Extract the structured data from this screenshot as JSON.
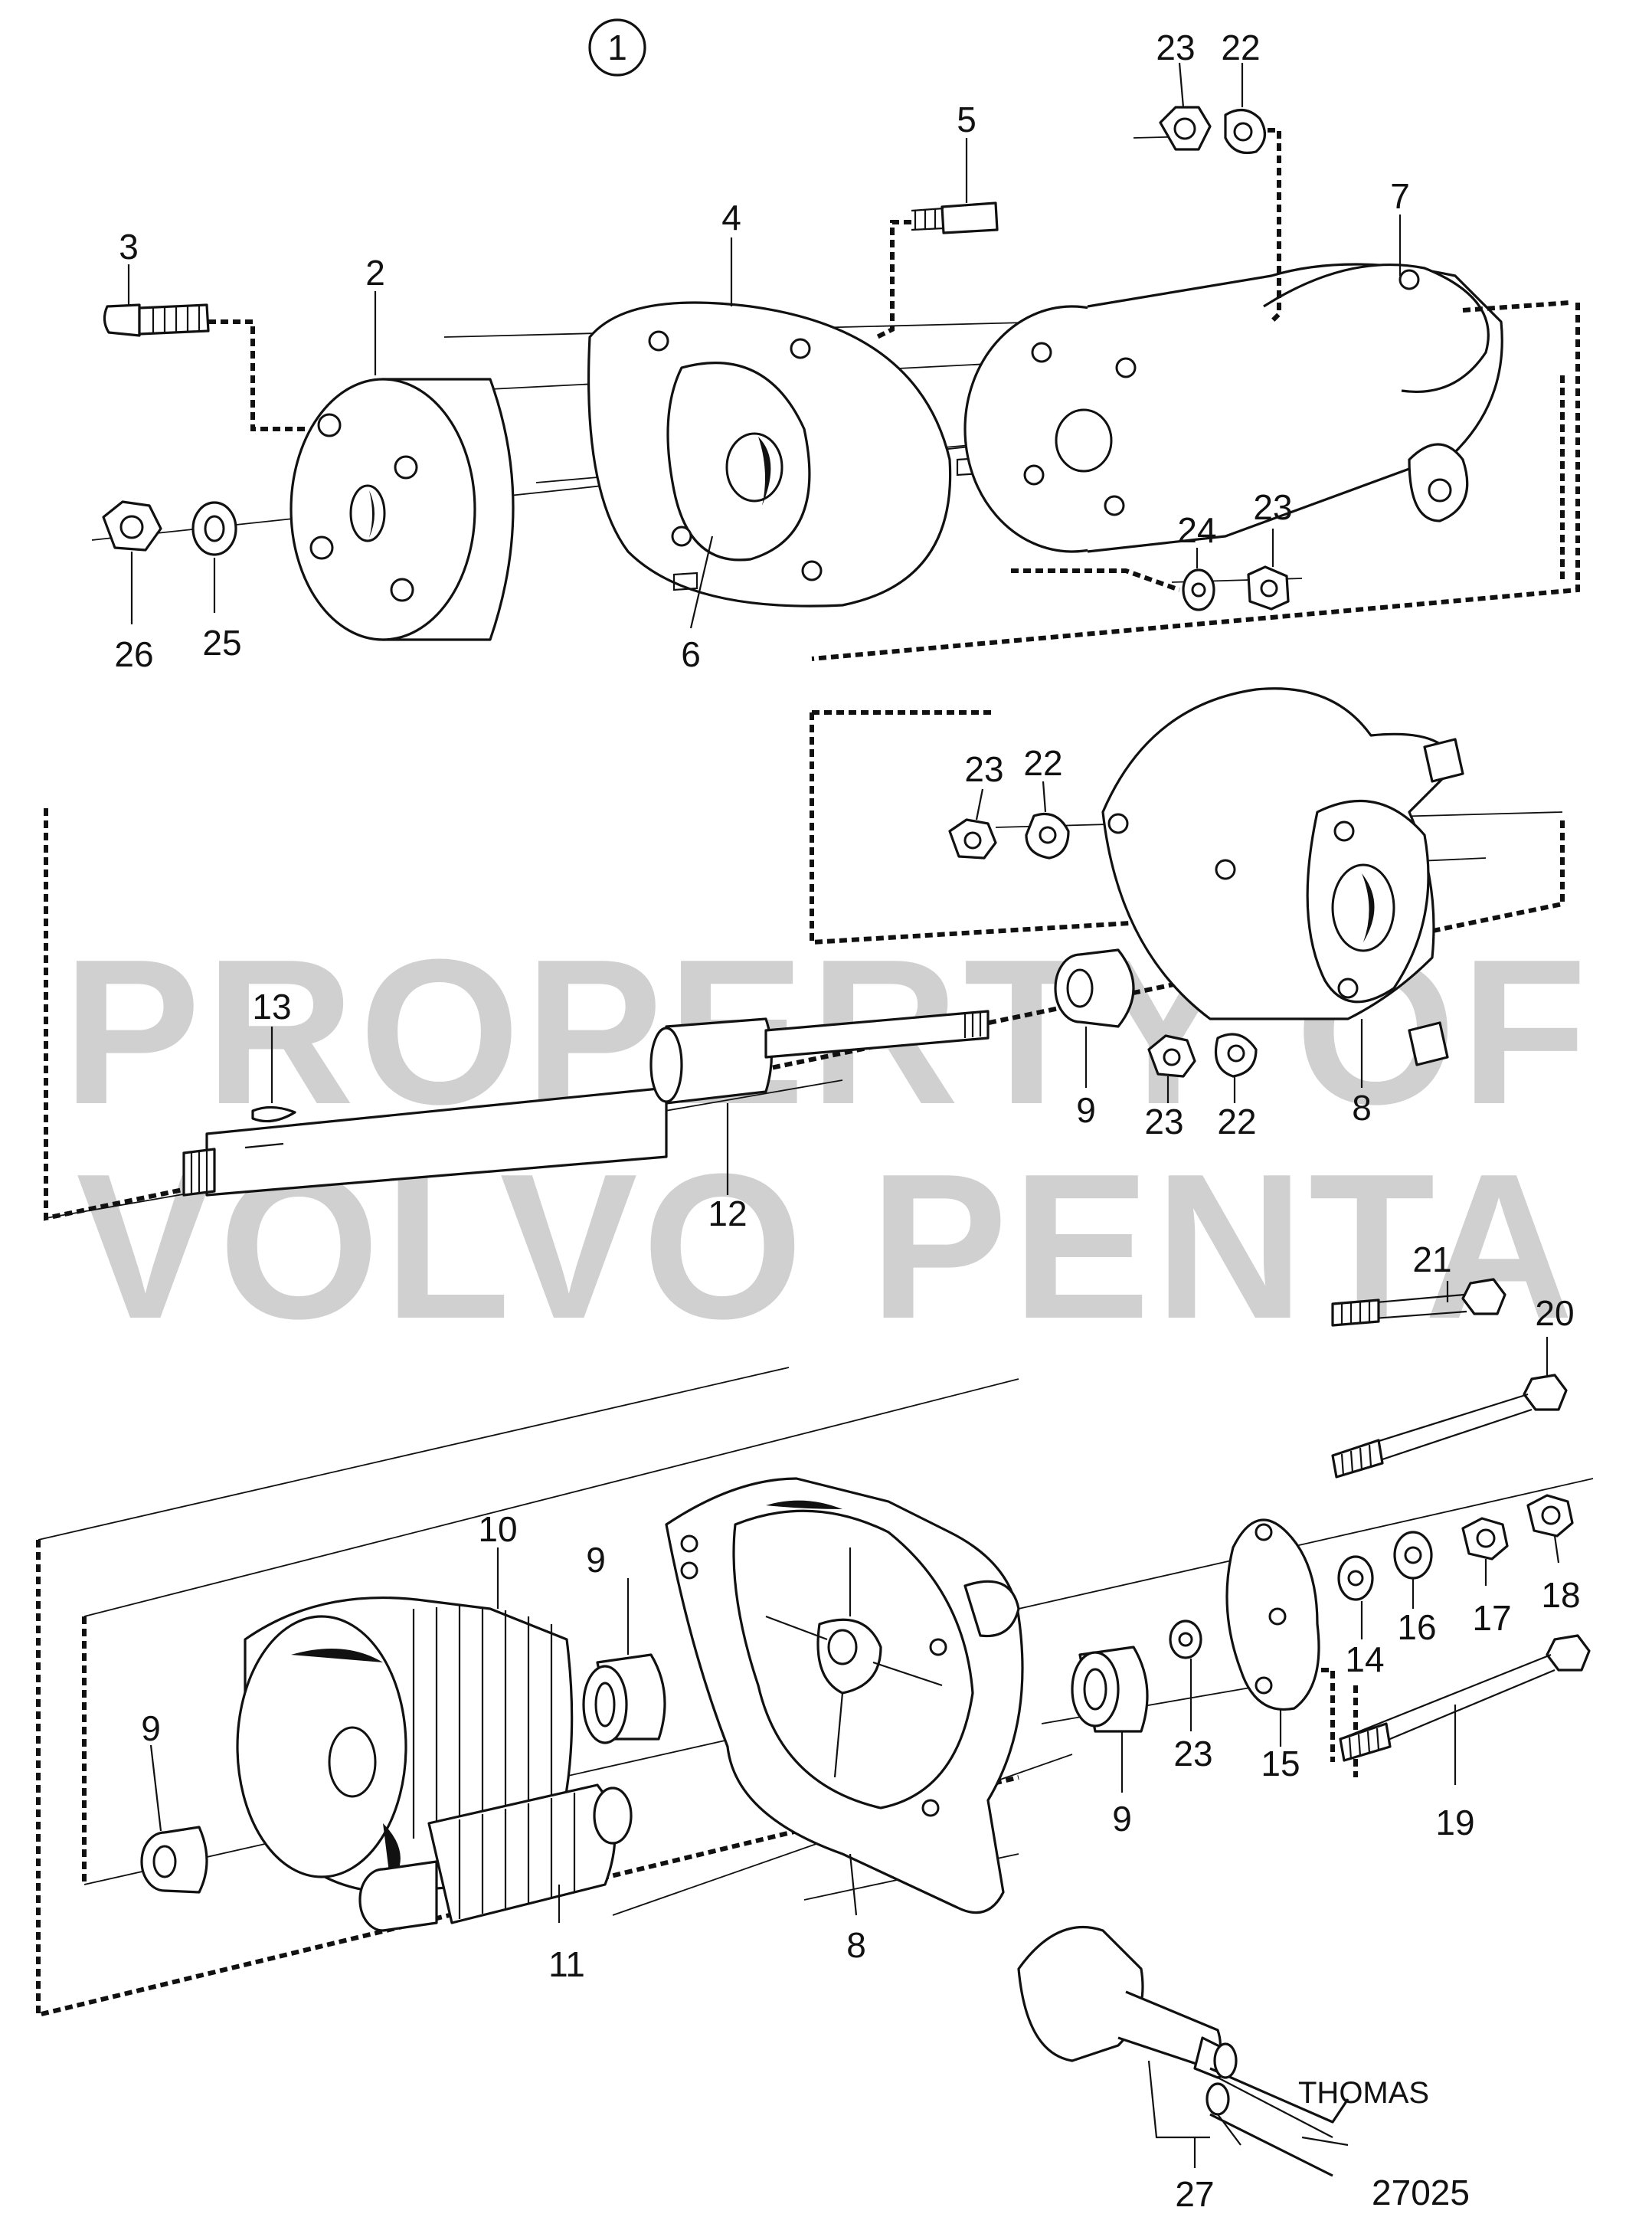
{
  "diagram": {
    "view_number": "1",
    "drawing_number": "27025",
    "artist_signature": "THOMAS",
    "watermark": [
      "PROPERTY OF",
      "VOLVO PENTA"
    ],
    "callouts": [
      "1",
      "2",
      "3",
      "4",
      "5",
      "6",
      "7",
      "8",
      "9",
      "10",
      "11",
      "12",
      "13",
      "14",
      "15",
      "16",
      "17",
      "18",
      "19",
      "20",
      "21",
      "22",
      "23",
      "24",
      "25",
      "26",
      "27"
    ],
    "callout_occurrences": {
      "c2": "2",
      "c3": "3",
      "c4": "4",
      "c5": "5",
      "c6": "6",
      "c7": "7",
      "c23a": "23",
      "c22a": "22",
      "c24": "24",
      "c23b": "23",
      "c25": "25",
      "c26": "26",
      "c23c": "23",
      "c22c": "22",
      "c13": "13",
      "c12": "12",
      "c9a": "9",
      "c23d": "23",
      "c22d": "22",
      "c8a": "8",
      "c21": "21",
      "c20": "20",
      "c10": "10",
      "c9b": "9",
      "c9c": "9",
      "c11": "11",
      "c8b": "8",
      "c9d": "9",
      "c23e": "23",
      "c15": "15",
      "c14": "14",
      "c16": "16",
      "c17": "17",
      "c18": "18",
      "c19": "19",
      "c27": "27"
    }
  }
}
